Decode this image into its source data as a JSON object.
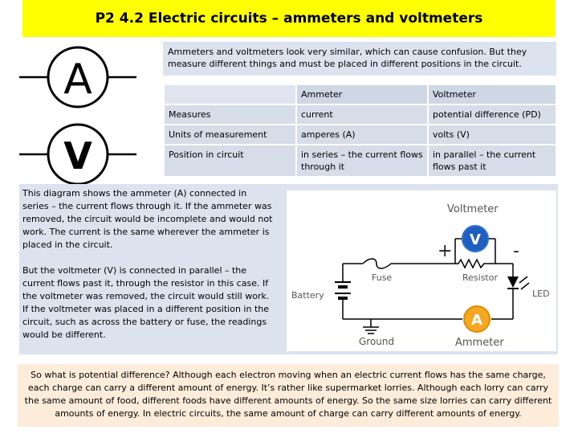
{
  "title": "P2 4.2 Electric circuits – ammeters and voltmeters",
  "intro": "Ammeters and voltmeters look very similar, which can cause confusion. But they measure different things and must be placed in different positions in the circuit.",
  "symbols": {
    "ammeter_letter": "A",
    "voltmeter_letter": "V"
  },
  "table": {
    "headers": [
      "",
      "Ammeter",
      "Voltmeter"
    ],
    "rows": [
      [
        "Measures",
        "current",
        "potential difference (PD)"
      ],
      [
        "Units of measurement",
        "amperes (A)",
        "volts (V)"
      ],
      [
        "Position in circuit",
        "in series – the current flows through it",
        "in parallel – the current flows past it"
      ]
    ]
  },
  "explanation": {
    "p1": "This diagram shows the ammeter (A) connected in series – the current flows through it. If the ammeter was removed, the circuit would be incomplete and would not work. The current is the same wherever the ammeter is placed in the circuit.",
    "p2": "But the voltmeter (V) is connected in parallel – the current flows past it, through the resistor in this case. If the voltmeter was removed, the circuit would still work. If the voltmeter was placed in a different position in the circuit, such as across the battery or fuse, the readings would be different."
  },
  "circuit": {
    "voltmeter_label": "Voltmeter",
    "voltmeter_symbol": "V",
    "plus": "+",
    "minus": "-",
    "fuse_label": "Fuse",
    "resistor_label": "Resistor",
    "battery_label": "Battery",
    "led_label": "LED",
    "ground_label": "Ground",
    "ammeter_symbol": "A",
    "ammeter_label": "Ammeter",
    "colors": {
      "meter_ring": "#2f6fcf",
      "voltmeter_fill": "#1f5fbf",
      "ammeter_fill": "#f5a623"
    }
  },
  "bottom": "So what is potential difference? Although each electron moving when an electric current flows has the same charge, each charge can carry a different amount of energy. It’s rather like supermarket lorries. Although each lorry can carry the same amount of food, different foods have different amounts of energy. So the same size lorries can carry different amounts of energy. In electric circuits, the same amount of charge can carry different amounts of energy."
}
